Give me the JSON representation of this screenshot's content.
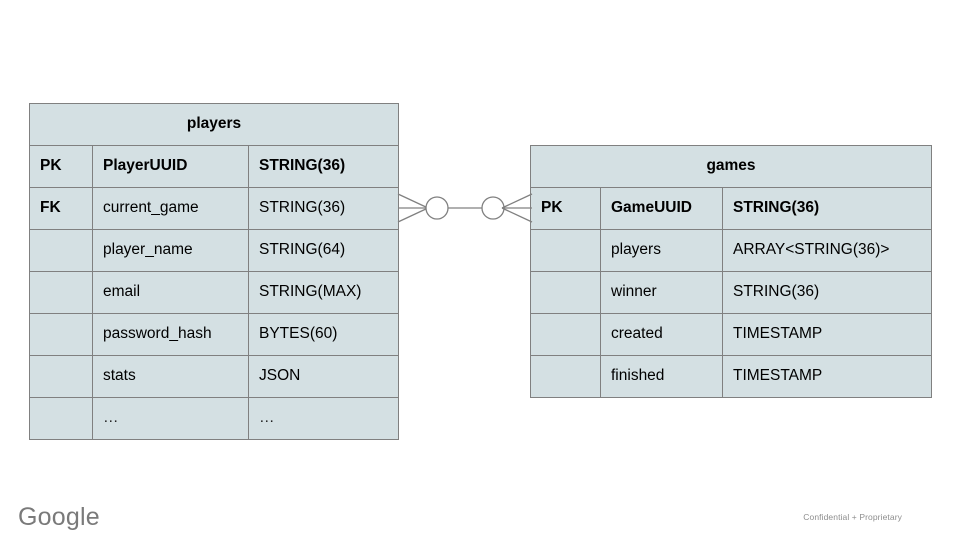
{
  "slide": {
    "background_color": "#ffffff",
    "table_fill_color": "#d4e0e3",
    "border_color": "#808080"
  },
  "diagram": {
    "type": "entity-relationship",
    "notation": "crows-foot",
    "tables": [
      {
        "name": "players",
        "title": "players",
        "rows": [
          {
            "key": "PK",
            "field": "PlayerUUID",
            "type": "STRING(36)",
            "emphasis": true
          },
          {
            "key": "FK",
            "field": "current_game",
            "type": "STRING(36)",
            "emphasis": false
          },
          {
            "key": "",
            "field": "player_name",
            "type": "STRING(64)",
            "emphasis": false
          },
          {
            "key": "",
            "field": "email",
            "type": "STRING(MAX)",
            "emphasis": false
          },
          {
            "key": "",
            "field": "password_hash",
            "type": "BYTES(60)",
            "emphasis": false
          },
          {
            "key": "",
            "field": "stats",
            "type": "JSON",
            "emphasis": false
          },
          {
            "key": "",
            "field": "…",
            "type": "…",
            "emphasis": false
          }
        ]
      },
      {
        "name": "games",
        "title": "games",
        "rows": [
          {
            "key": "PK",
            "field": "GameUUID",
            "type": "STRING(36)",
            "emphasis": true
          },
          {
            "key": "",
            "field": "players",
            "type": "ARRAY<STRING(36)>",
            "emphasis": false
          },
          {
            "key": "",
            "field": "winner",
            "type": "STRING(36)",
            "emphasis": false
          },
          {
            "key": "",
            "field": "created",
            "type": "TIMESTAMP",
            "emphasis": false
          },
          {
            "key": "",
            "field": "finished",
            "type": "TIMESTAMP",
            "emphasis": false
          }
        ]
      }
    ],
    "relationship": {
      "from_table": "players",
      "from_field": "current_game",
      "to_table": "games",
      "to_field": "GameUUID",
      "from_cardinality": "zero-or-many",
      "to_cardinality": "zero-or-many",
      "line_color": "#808080"
    }
  },
  "footer": {
    "logo_text": "Google",
    "confidential_text": "Confidential + Proprietary"
  }
}
